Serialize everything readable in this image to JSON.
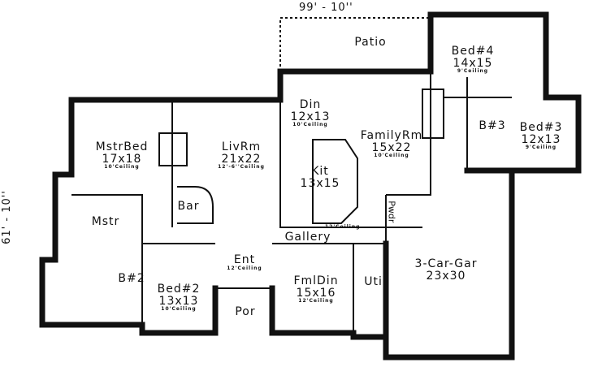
{
  "dimensions": {
    "width": "99' - 10''",
    "depth": "61' - 10''"
  },
  "rooms": [
    {
      "name": "Patio"
    },
    {
      "name": "Bed#4",
      "size": "14x15",
      "ceiling": "9'Ceiling"
    },
    {
      "name": "Bed#3",
      "size": "12x13",
      "ceiling": "9'Ceiling"
    },
    {
      "name": "B#3"
    },
    {
      "name": "Din",
      "size": "12x13",
      "ceiling": "10'Ceiling"
    },
    {
      "name": "FamilyRm",
      "size": "15x22",
      "ceiling": "10'Ceiling"
    },
    {
      "name": "Kit",
      "size": "13x15"
    },
    {
      "name": "MstrBed",
      "size": "17x18",
      "ceiling": "10'Ceiling"
    },
    {
      "name": "LivRm",
      "size": "21x22",
      "ceiling": "12'-6''Ceiling"
    },
    {
      "name": "Bar"
    },
    {
      "name": "Mstr"
    },
    {
      "name": "B#2"
    },
    {
      "name": "Bed#2",
      "size": "13x13",
      "ceiling": "10'Ceiling"
    },
    {
      "name": "Ent",
      "ceiling": "12'Ceiling"
    },
    {
      "name": "Por"
    },
    {
      "name": "Gallery",
      "ceiling": "12'Ceiling"
    },
    {
      "name": "FmlDin",
      "size": "15x16",
      "ceiling": "12'Ceiling"
    },
    {
      "name": "Util"
    },
    {
      "name": "Pwdr"
    },
    {
      "name": "3-Car-Gar",
      "size": "23x30"
    }
  ]
}
